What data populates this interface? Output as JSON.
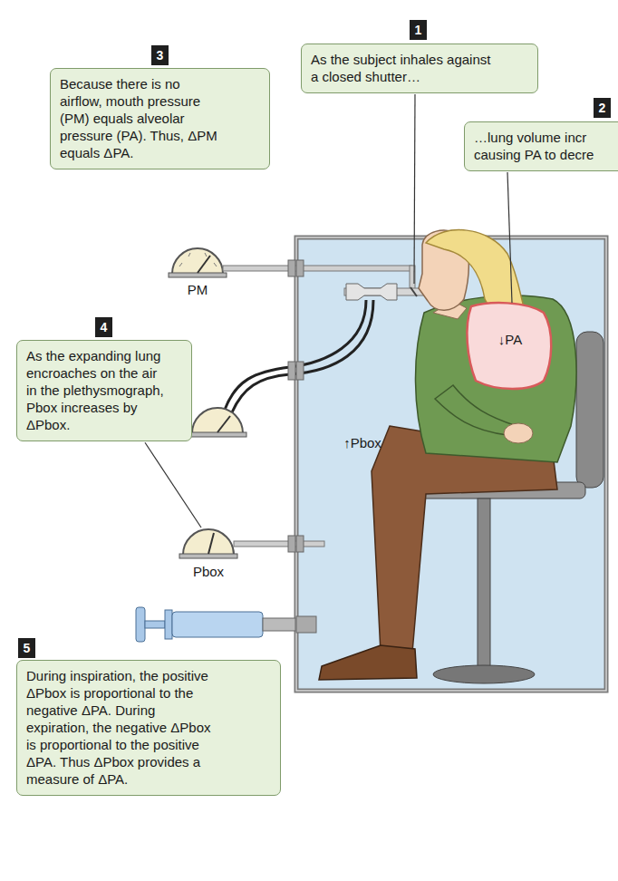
{
  "diagram": {
    "nodes": [
      {
        "text": [
          "As the subject inhales against a closed shutter…"
        ]
      },
      {
        "text": [
          "…lung volume incr causing PA to decre"
        ]
      },
      {
        "text": [
          "Because there is no airflow, mouth pressure (PM) equals alveolar pressure (PA). Thus, ΔPM equals ΔPA."
        ]
      },
      {
        "text": [
          "As the expanding lung encroaches on the air in the plethysmograph, Pbox increases by ΔPbox."
        ]
      },
      {
        "text": [
          "During inspiration, the positive ΔPbox is proportional to the negative ΔPA. During expiration, the negative ΔPbox is proportional to the positive ΔPA. Thus ΔPbox provides a measure of ΔPA."
        ]
      }
    ],
    "labels": [
      "1",
      "2",
      "3",
      "4",
      "5",
      "PM",
      "↓PA",
      "↑Pbox",
      "Pbox"
    ]
  }
}
